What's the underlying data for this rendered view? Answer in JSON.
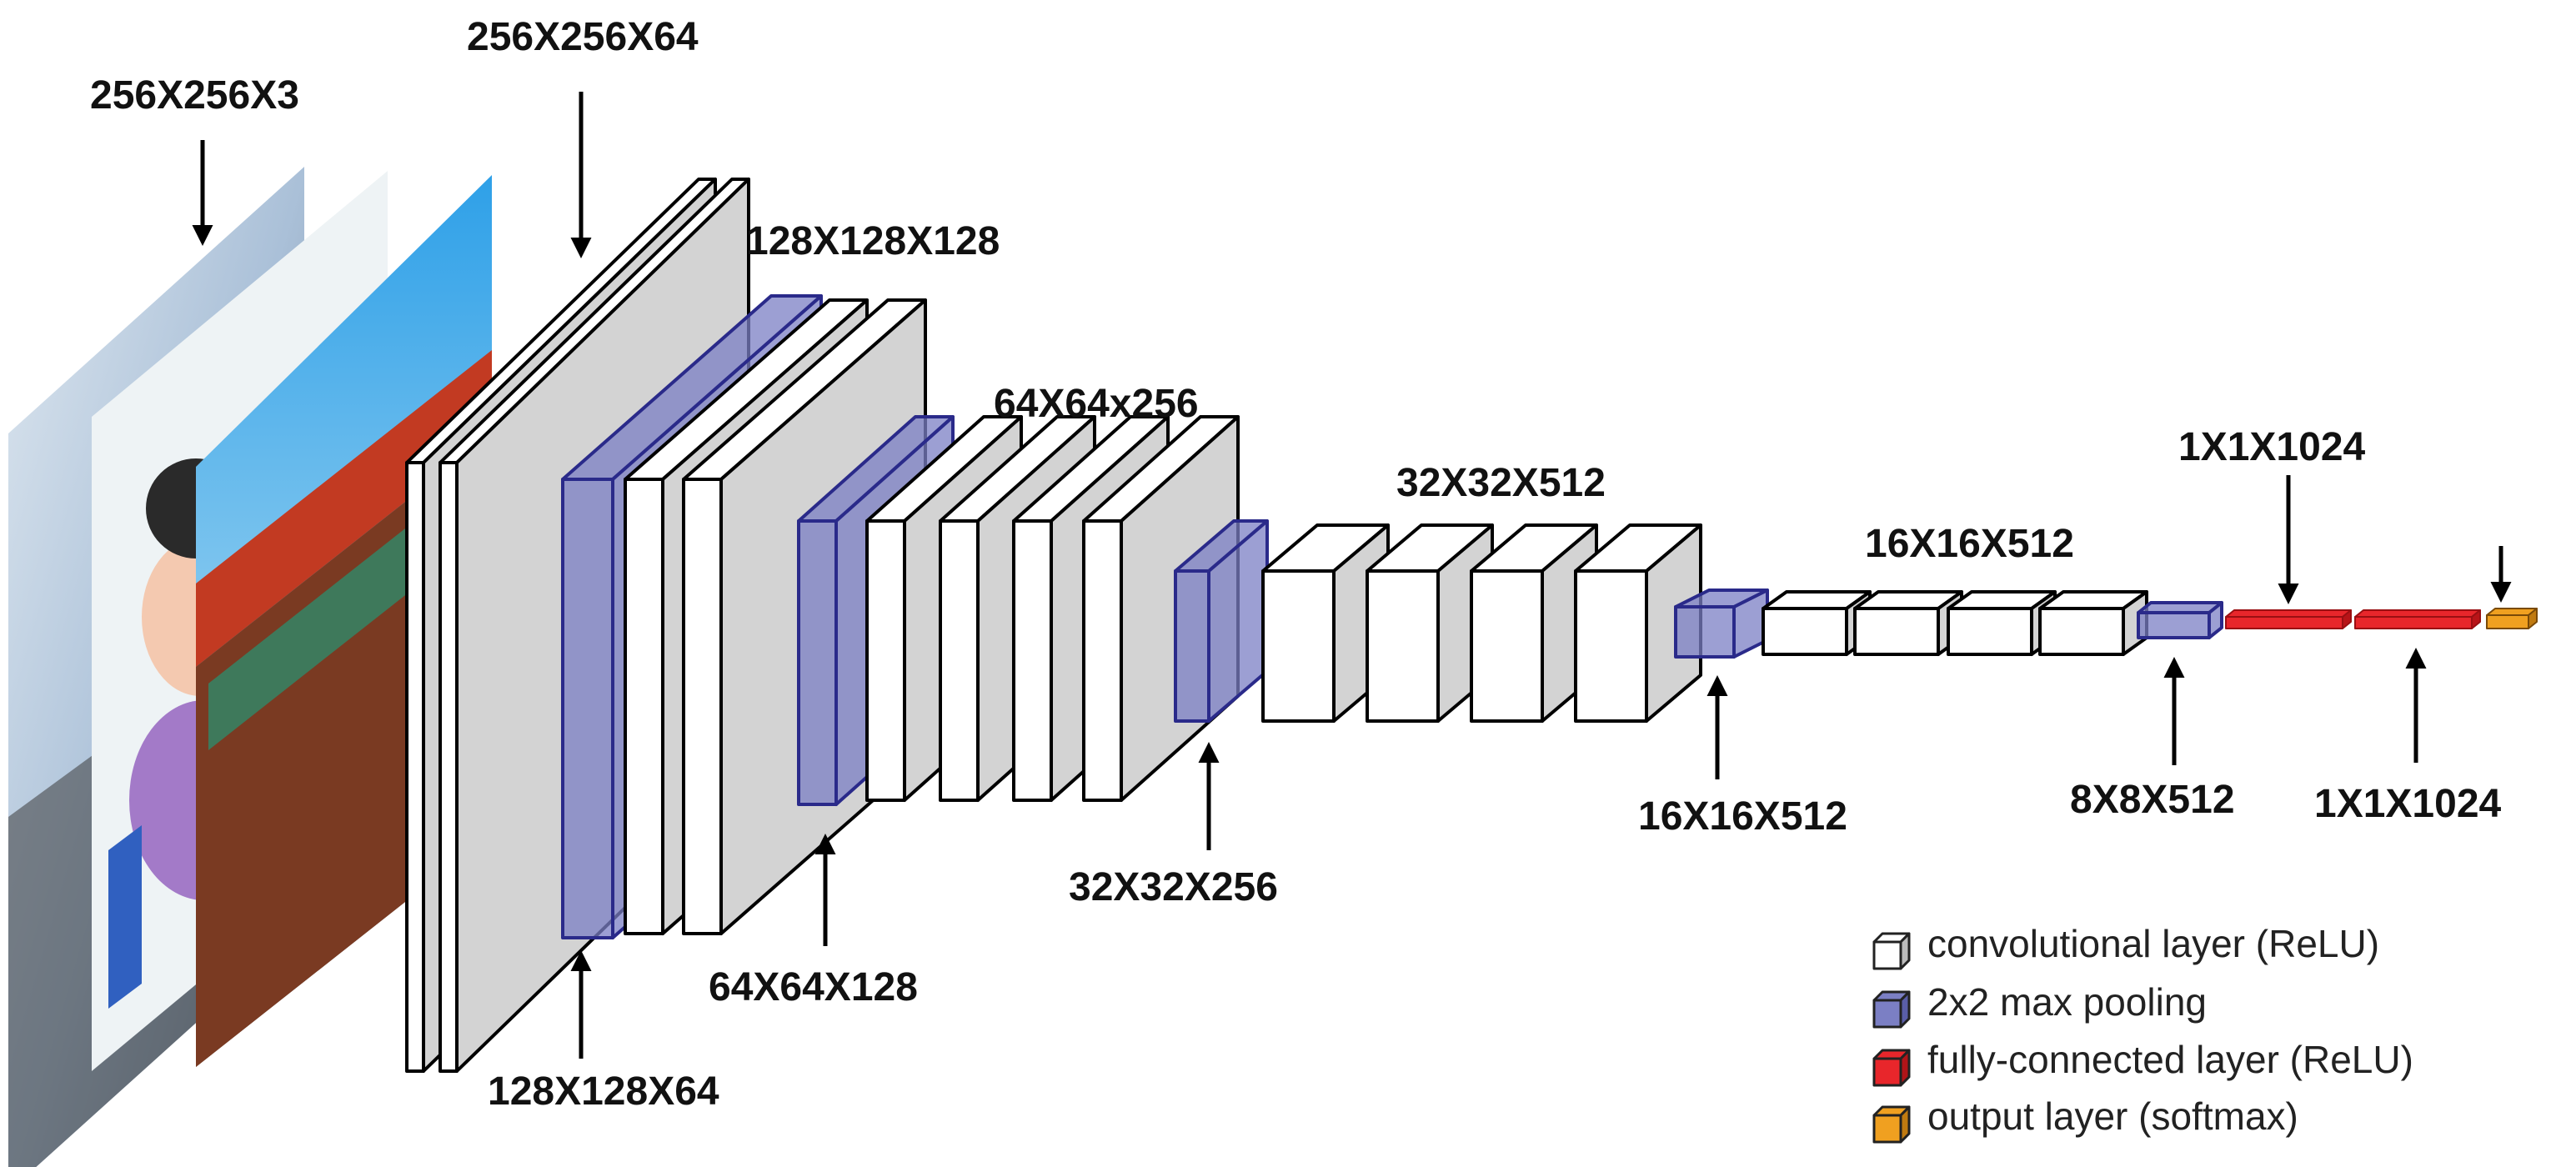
{
  "dimension_labels": {
    "input": "256X256X3",
    "conv1": "256X256X64",
    "pool1": "128X128X64",
    "conv2": "128X128X128",
    "pool2": "64X64X128",
    "conv3": "64X64x256",
    "pool3": "32X32X256",
    "conv4": "32X32X512",
    "pool4": "16X16X512",
    "conv5": "16X16X512",
    "pool5": "8X8X512",
    "fc1": "1X1X1024",
    "fc2": "1X1X1024"
  },
  "legend": [
    {
      "label": "convolutional layer (ReLU)",
      "color": "#ffffff",
      "icon": "white-cube-icon"
    },
    {
      "label": "2x2 max pooling",
      "color": "#7b7fc4",
      "icon": "blue-cube-icon"
    },
    {
      "label": "fully-connected layer (ReLU)",
      "color": "#e8262b",
      "icon": "red-cube-icon"
    },
    {
      "label": "output layer (softmax)",
      "color": "#f0a020",
      "icon": "orange-cube-icon"
    }
  ],
  "colors": {
    "conv_face": "#ffffff",
    "conv_side": "#d3d3d3",
    "pool": "#7b7fc4",
    "pool_edge": "#2a2a8a",
    "fc": "#e8262b",
    "output": "#f0a020"
  }
}
